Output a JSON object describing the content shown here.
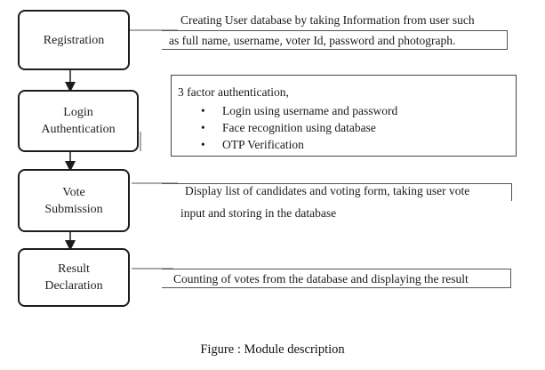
{
  "modules": [
    {
      "label_line1": "Registration",
      "label_line2": "",
      "description_line1": "Creating User database by taking Information from user such",
      "description_line2": "as full name, username, voter Id, password and photograph."
    },
    {
      "label_line1": "Login",
      "label_line2": "Authentication",
      "auth_title": "3 factor authentication,",
      "auth_items": [
        "Login using username and password",
        "Face recognition using database",
        "OTP Verification"
      ],
      "bullet": "•"
    },
    {
      "label_line1": "Vote",
      "label_line2": "Submission",
      "description_line1": "Display list of candidates and voting form, taking user vote",
      "description_line2": "input and storing in the database"
    },
    {
      "label_line1": "Result",
      "label_line2": "Declaration",
      "description_line1": "Counting of votes from the database and displaying the result",
      "description_line2": ""
    }
  ],
  "caption": "Figure : Module description",
  "colors": {
    "box_border": "#1c1c1c",
    "desc_border": "#555555",
    "text": "#1a1a1a",
    "background": "#ffffff"
  }
}
